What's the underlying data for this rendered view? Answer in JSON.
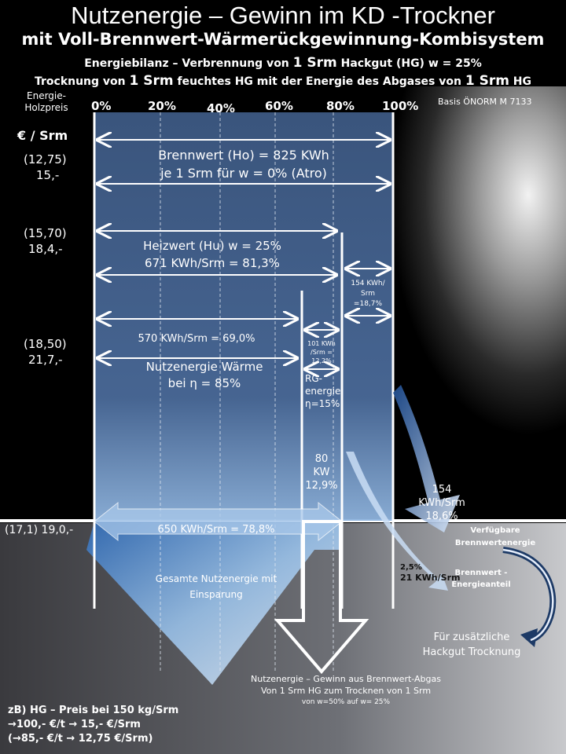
{
  "title": "Nutzenergie – Gewinn im KD -Trockner",
  "subtitle": "mit Voll-Brennwert-Wärmerückgewinnung-Kombisystem",
  "line3": {
    "a": "Energiebilanz – Verbrennung von ",
    "b": "1 Srm",
    "c": "  Hackgut (HG) w = 25%"
  },
  "line4": {
    "a": "Trocknung von ",
    "b": "1 Srm",
    "c": " feuchtes HG mit der Energie des Abgases von  ",
    "d": "1 Srm",
    "e": " HG"
  },
  "left_header": {
    "l1": "Energie-",
    "l2": "Holzpreis",
    "unit": "€ / Srm"
  },
  "percent_axis": [
    "0%",
    "20%",
    "40%",
    "60%",
    "80%",
    "100%"
  ],
  "basis": "Basis ÖNORM M 7133",
  "prices": [
    {
      "a": "(12,75)",
      "b": "15,-"
    },
    {
      "a": "(15,70)",
      "b": "18,4,-"
    },
    {
      "a": "(18,50)",
      "b": "21,7,-"
    },
    {
      "a": "(17,1)  19,0,-",
      "b": ""
    }
  ],
  "brennwert": {
    "l1": "Brennwert (Ho) = 825 KWh",
    "l2": "je 1 Srm für w = 0% (Atro)"
  },
  "heizwert": {
    "l1": "Heizwert (Hu)    w = 25%",
    "l2": "671 KWh/Srm = 81,3%"
  },
  "loss154": {
    "l1": "154 KWh/",
    "l2": "Srm",
    "l3": "=18,7%"
  },
  "nutz570": "570 KWh/Srm  = 69,0%",
  "nutzwaerme": {
    "l1": "Nutzenergie Wärme",
    "l2": "bei η = 85%"
  },
  "small101": {
    "l1": "101 KWh",
    "l2": "/Srm =",
    "l3": "12,2%"
  },
  "rg": {
    "l1": "RG-",
    "l2": "energie",
    "l3": "η=15%"
  },
  "kw80": {
    "l1": "80",
    "l2": "KW",
    "l3": "12,9%"
  },
  "right154": {
    "l1": "154",
    "l2": "KWh/Srm",
    "l3": "18,6%"
  },
  "verfuegbar": {
    "l1": "Verfügbare",
    "l2": "Brennwertenergie"
  },
  "anteil": {
    "l1": "Brennwert -",
    "l2": "Energieanteil"
  },
  "pct25": {
    "l1": "2,5%",
    "l2": "21 KWh/Srm"
  },
  "zusaetzlich": {
    "l1": "Für zusätzliche",
    "l2": "Hackgut Trocknung"
  },
  "nutz650": "650 KWh/Srm  = 78,8%",
  "gesamt": {
    "l1": "Gesamte Nutzenergie mit",
    "l2": "Einsparung"
  },
  "gewinn": {
    "l1": "Nutzenergie – Gewinn aus Brennwert-Abgas",
    "l2": "Von 1 Srm HG zum Trocknen von 1 Srm",
    "l3": "von w=50% auf w= 25%"
  },
  "footnote": {
    "l1": "zB)  HG – Preis bei 150 kg/Srm",
    "l2": "→100,- €/t  → 15,- €/Srm",
    "l3": "(→85,- €/t  → 12,75 €/Srm)"
  },
  "colors": {
    "panel": "#3b5a86",
    "arrow": "#ffffff",
    "background_top": "#000000",
    "background_bottom": "#6f7278"
  }
}
